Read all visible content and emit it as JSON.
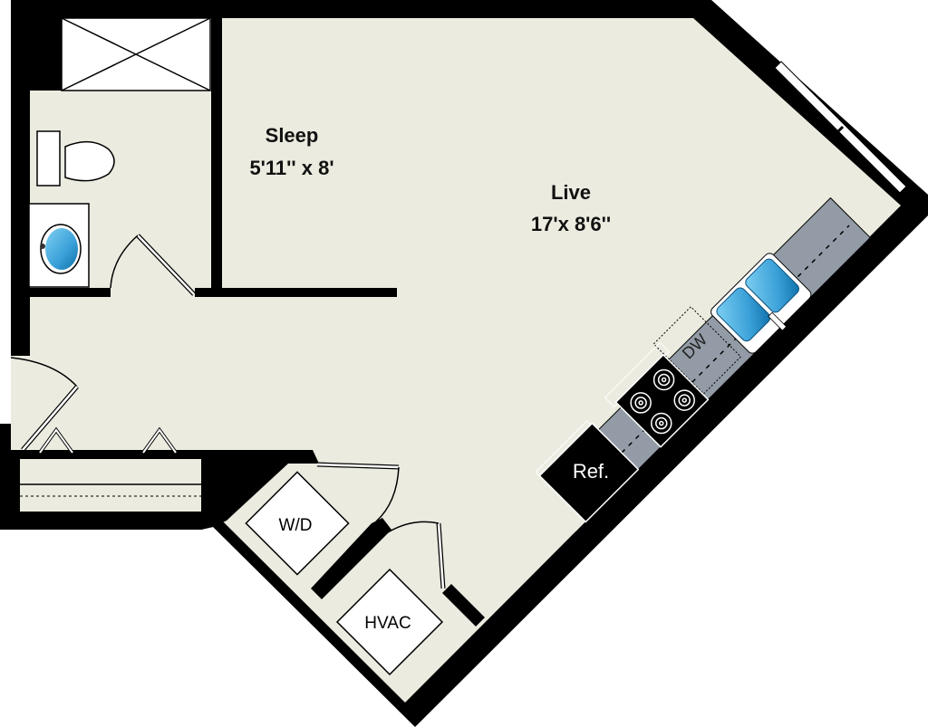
{
  "rooms": {
    "sleep": {
      "name": "Sleep",
      "size": "5'11'' x 8'"
    },
    "live": {
      "name": "Live",
      "size": "17'x 8'6''"
    }
  },
  "fixtures": {
    "refrigerator": "Ref.",
    "dishwasher": "DW",
    "washer_dryer": "W/D",
    "hvac": "HVAC"
  },
  "colors": {
    "wall": "#000000",
    "floor": "#ecebe0",
    "counter": "#939ca6",
    "water": "#3aa0d8"
  }
}
